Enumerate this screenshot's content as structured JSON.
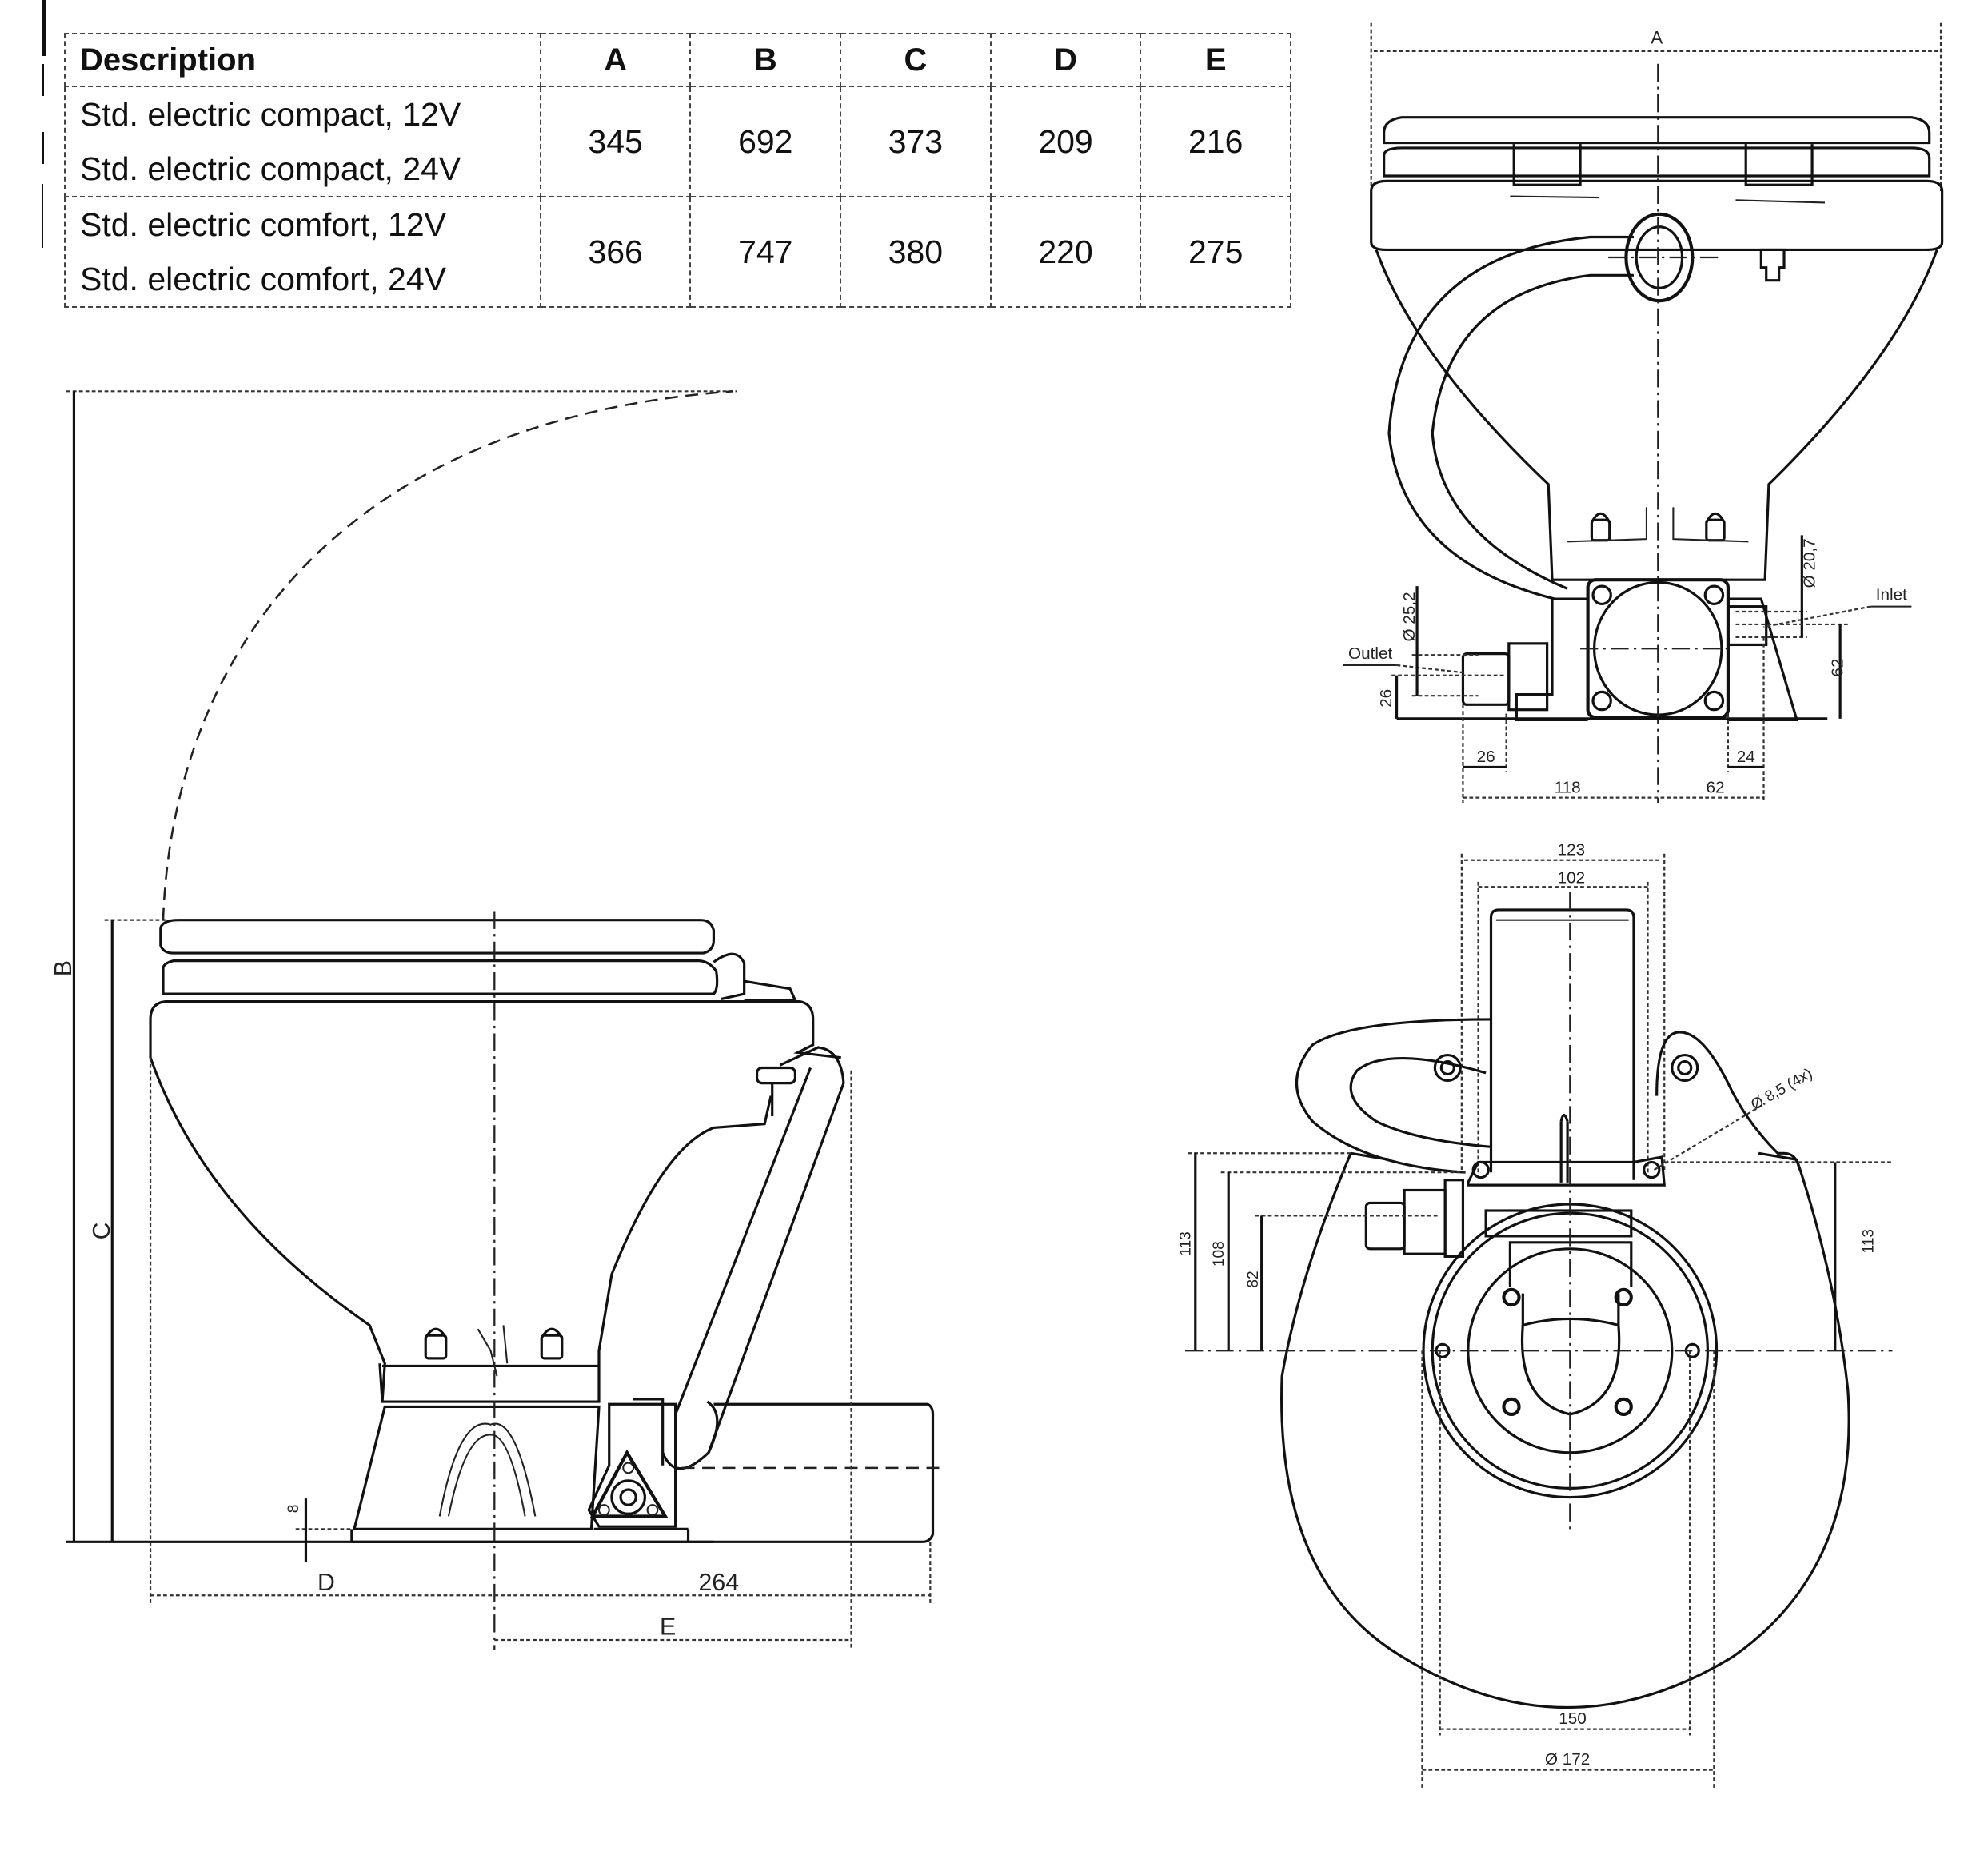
{
  "table": {
    "headers": [
      "Description",
      "A",
      "B",
      "C",
      "D",
      "E"
    ],
    "groups": [
      {
        "descriptions": [
          "Std. electric compact, 12V",
          "Std. electric compact, 24V"
        ],
        "values": [
          "345",
          "692",
          "373",
          "209",
          "216"
        ]
      },
      {
        "descriptions": [
          "Std. electric comfort, 12V",
          "Std. electric comfort, 24V"
        ],
        "values": [
          "366",
          "747",
          "380",
          "220",
          "275"
        ]
      }
    ]
  },
  "side_view": {
    "labels": {
      "b": "B",
      "c": "C",
      "d": "D",
      "e": "E",
      "length": "264",
      "base_thickness": "8"
    }
  },
  "front_view": {
    "labels": {
      "a": "A",
      "outlet": "Outlet",
      "inlet": "Inlet",
      "outlet_diameter": "Ø 25,2",
      "inlet_diameter": "Ø 20,7",
      "outlet_height": "26",
      "inlet_height": "62",
      "outlet_length": "26",
      "inlet_length": "24",
      "left_offset": "118",
      "right_offset": "62"
    }
  },
  "bottom_view": {
    "labels": {
      "outer_width": "123",
      "inner_width": "102",
      "hole_diameter": "Ø 8,5 (4x)",
      "left_113": "113",
      "left_108": "108",
      "left_82": "82",
      "right_113": "113",
      "base_width": "150",
      "base_diameter": "Ø 172"
    }
  }
}
